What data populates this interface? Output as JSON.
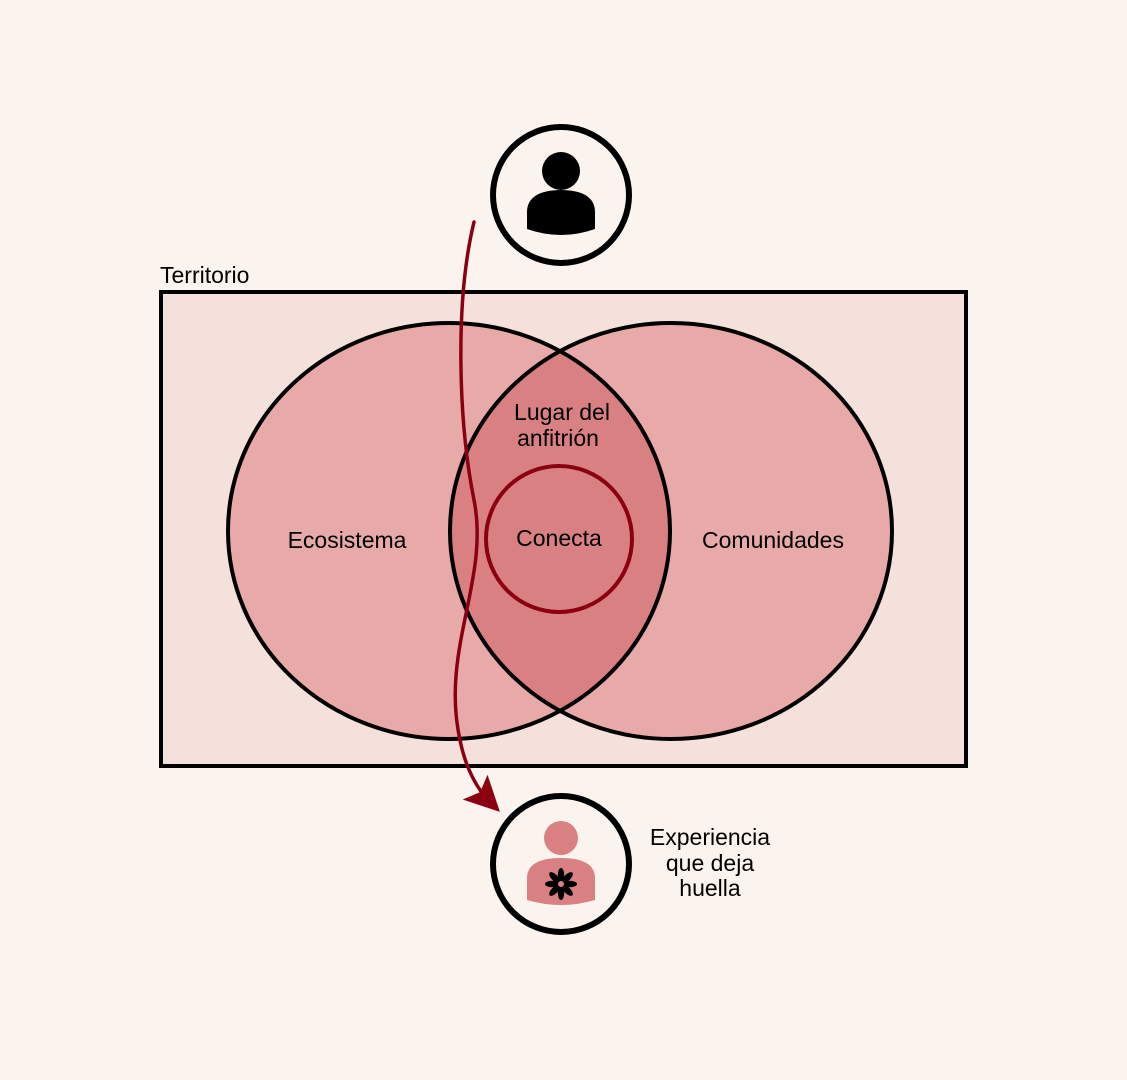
{
  "territory_label": "Territorio",
  "left_circle_label": "Ecosistema",
  "right_circle_label": "Comunidades",
  "intersection_label": {
    "line1": "Lugar del",
    "line2": "anfitrión"
  },
  "center_label": "Conecta",
  "outcome_label": {
    "line1": "Experiencia",
    "line2": "que deja",
    "line3": "huella"
  },
  "icons": {
    "start": "person-icon",
    "end": "person-with-flower-icon"
  },
  "colors": {
    "background": "#fbf4ee",
    "territory_fill": "#f4e1db",
    "circle_fill": "#e8aaa8",
    "intersection_fill": "#d98182",
    "path_color": "#8b0011",
    "outline": "#000000"
  }
}
